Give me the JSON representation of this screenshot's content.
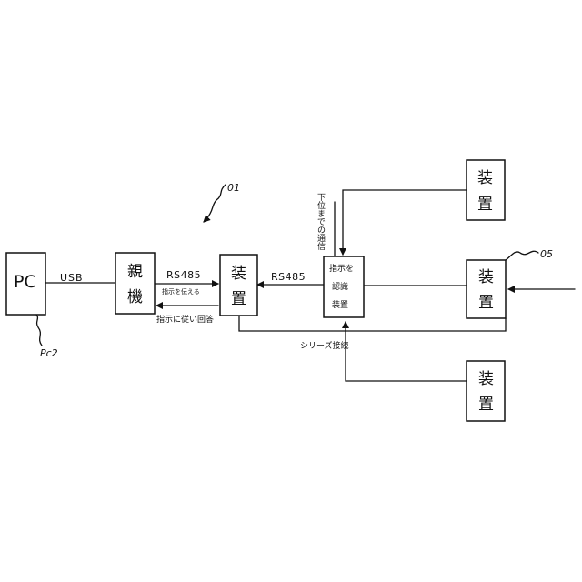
{
  "pc": {
    "label": "PC"
  },
  "pc_ref": {
    "label": "Pc2"
  },
  "usb": {
    "label": "USB"
  },
  "master": {
    "char1": "親",
    "char2": "機"
  },
  "device_main": {
    "char1": "装",
    "char2": "置"
  },
  "rs485_left": {
    "label": "RS485"
  },
  "rs485_right": {
    "label": "RS485"
  },
  "command_note": {
    "label": "指示を伝える"
  },
  "response_note": {
    "label": "指示に従い回答"
  },
  "recognizer": {
    "line1": "指示を",
    "line2": "認識",
    "line3": "装置"
  },
  "lower_note": {
    "label": "下位までの通信"
  },
  "series_note": {
    "label": "シリーズ接続"
  },
  "device_top": {
    "char1": "装",
    "char2": "置"
  },
  "device_mid": {
    "char1": "装",
    "char2": "置"
  },
  "device_bot": {
    "char1": "装",
    "char2": "置"
  },
  "ref_01": {
    "label": "01"
  },
  "ref_05": {
    "label": "05"
  }
}
